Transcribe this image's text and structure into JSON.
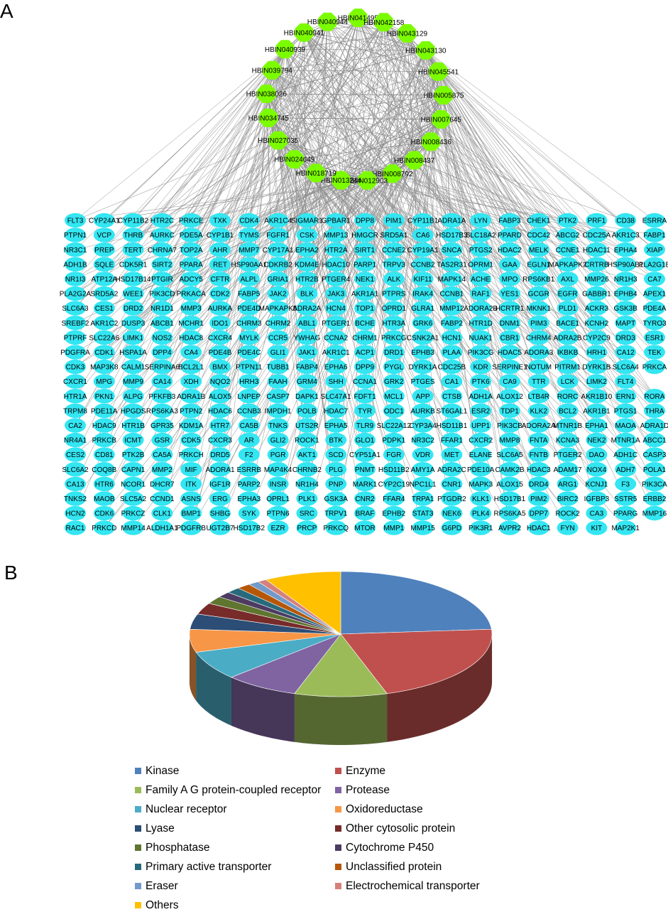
{
  "panels": {
    "a_label": "A",
    "b_label": "B"
  },
  "colors": {
    "compound_node": "#7cfc00",
    "target_node": "#33e6f2",
    "edge": "#8c8c8c"
  },
  "compounds": [
    "HBIN041495",
    "HBIN042158",
    "HBIN043129",
    "HBIN043130",
    "HBIN045541",
    "HBIN005875",
    "HBIN007645",
    "HBIN008436",
    "HBIN008437",
    "HBIN008792",
    "HBIN012903",
    "HBIN013244",
    "HBIN018719",
    "HBIN024649",
    "HBIN027035",
    "HBIN034745",
    "HBIN038026",
    "HBIN039794",
    "HBIN040939",
    "HBIN040941",
    "HBIN040944"
  ],
  "targets": [
    [
      "FLT3",
      "CYP24A1",
      "CYP11B2",
      "HTR2C",
      "PRKCE",
      "TXK",
      "CDK4",
      "AKR1C4",
      "SIGMAR1",
      "GPBAR1",
      "DPP8",
      "PIM1",
      "CYP11B1",
      "ADRA1A",
      "LYN",
      "FABP3",
      "CHEK1",
      "PTK2",
      "PRF1",
      "CD38",
      "ESRRA"
    ],
    [
      "PTPN1",
      "VCP",
      "THRB",
      "AURKC",
      "PDE5A",
      "CYP1B1",
      "TYMS",
      "FGFR1",
      "CSK",
      "MMP13",
      "HMGCR",
      "SRD5A1",
      "CA6",
      "HSD17B3",
      "SLC18A2",
      "PPARD",
      "CDC42",
      "ABCG2",
      "CDC25A",
      "AKR1C3",
      "FABP1"
    ],
    [
      "NR3C1",
      "PREP",
      "TERT",
      "CHRNA7",
      "TOP2A",
      "AHR",
      "MMP7",
      "CYP17A1",
      "EPHA2",
      "HTR2A",
      "SIRT1",
      "CCNE2",
      "CYP19A1",
      "SNCA",
      "PTGS2",
      "HDAC2",
      "MELK",
      "CCNE1",
      "HDAC11",
      "EPHA4",
      "XIAP"
    ],
    [
      "ADH1B",
      "SQLE",
      "CDK5R1",
      "SIRT2",
      "PPARA",
      "RET",
      "HSP90AA1",
      "CDKRB2",
      "KDM4E",
      "HDAC10",
      "PARP1",
      "TRPV3",
      "CCNB2",
      "TAS2R31",
      "OPRM1",
      "GAA",
      "EGLN1",
      "MAPKAPK2",
      "CRTRB",
      "HSP90AB1",
      "PLA2G1B"
    ],
    [
      "NR1I3",
      "ATP12A",
      "HSD17B14",
      "PTGIR",
      "ADCY5",
      "CFTR",
      "ALPL",
      "GRIA1",
      "HTR2B",
      "PTGER4",
      "NEK1",
      "ALK",
      "KIF11",
      "MAPK14",
      "ACHE",
      "MPO",
      "RPS6KB1",
      "AXL",
      "MMP26",
      "NR1H3",
      "CA7"
    ],
    [
      "PLA2G2A",
      "SRD5A2",
      "WEE1",
      "PIK3CD",
      "PRKACA",
      "CDK2",
      "FABP5",
      "JAK2",
      "BLK",
      "JAK3",
      "AKR1A1",
      "PTPRS",
      "IRAK4",
      "CCNB1",
      "RAF1",
      "YES1",
      "GCGR",
      "EGFR",
      "GABBR1",
      "EPHB4",
      "APEX1"
    ],
    [
      "SLC6A3",
      "CES1",
      "DRD2",
      "NR1D1",
      "MMP3",
      "AURKA",
      "PDE4D",
      "MAPKAPK5",
      "ADRA2A",
      "HCN4",
      "TOP1",
      "OPRD1",
      "GLRA1",
      "MMP12",
      "ADORA2B",
      "HCRTR1",
      "MKNK1",
      "PLD1",
      "ACKR3",
      "GSK3B",
      "PDE4A"
    ],
    [
      "SREBF2",
      "AKR1C2",
      "DUSP3",
      "ABCB1",
      "MCHR1",
      "IDO1",
      "CHRM3",
      "CHRM2",
      "ABL1",
      "PTGER1",
      "BCHE",
      "HTR3A",
      "GRK6",
      "FABP2",
      "HTR1D",
      "DNM1",
      "PIM3",
      "BACE1",
      "KCNH2",
      "MAPT",
      "TYRO3"
    ],
    [
      "PTPRF",
      "SLC22A6",
      "LIMK1",
      "NOS2",
      "HDAC8",
      "CXCR4",
      "MYLK",
      "CCR5",
      "YWHAG",
      "CCNA2",
      "CHRM1",
      "PRKCG",
      "CSNK2A1",
      "HCN1",
      "NUAK1",
      "CBR1",
      "CHRM4",
      "ADRA2B",
      "CYP2C9",
      "DRD3",
      "ESR1"
    ],
    [
      "PDGFRA",
      "CDK1",
      "HSPA1A",
      "DPP4",
      "CA4",
      "PDE4B",
      "PDE4C",
      "GLI1",
      "JAK1",
      "AKR1C1",
      "ACP1",
      "DRD1",
      "EPHB3",
      "PLAA",
      "PIK3CG",
      "HDAC5",
      "ADORA3",
      "IKBKB",
      "HRH1",
      "CA12",
      "TEK"
    ],
    [
      "CDK3",
      "MAP3K8",
      "CALM1",
      "SERPINA6",
      "BCL2L1",
      "BMX",
      "PTPN11",
      "TUBB1",
      "FABP4",
      "EPHA6",
      "DPP9",
      "PYGL",
      "DYRK1A",
      "CDC25B",
      "KDR",
      "SERPINE1",
      "NOTUM",
      "PITRM1",
      "DYRK1B",
      "SLC6A4",
      "PRKCA"
    ],
    [
      "CXCR1",
      "MPG",
      "MMP9",
      "CA14",
      "XDH",
      "NQO2",
      "HRH3",
      "FAAH",
      "GRM4",
      "SHH",
      "CCNA1",
      "GRK2",
      "PTGES",
      "CA1",
      "PTK6",
      "CA9",
      "TTR",
      "LCK",
      "LIMK2",
      "FLT4"
    ],
    [
      "HTR1A",
      "PKN1",
      "ALPG",
      "PFKFB3",
      "ADRA1B",
      "ALOX5",
      "LNPEP",
      "CASP7",
      "DAPK1",
      "SLC47A1",
      "FDFT1",
      "MCL1",
      "APP",
      "CTSB",
      "ADH1A",
      "ALOX12",
      "LTB4R",
      "RORC",
      "AKR1B10",
      "ERN1",
      "RORA"
    ],
    [
      "TRPM8",
      "PDE11A",
      "HPGDS",
      "RPS6KA3",
      "PTPN2",
      "HDAC6",
      "CCNB3",
      "IMPDH1",
      "POLB",
      "HDAC7",
      "TYR",
      "ODC1",
      "AURKB",
      "ST6GAL1",
      "ESR2",
      "TDP1",
      "KLK2",
      "BCL2",
      "AKR1B1",
      "PTGS1",
      "THRA"
    ],
    [
      "CA2",
      "HDAC9",
      "HTR1B",
      "GPR35",
      "KDM1A",
      "HTR7",
      "CA5B",
      "TNKS",
      "UTS2R",
      "EPHA5",
      "TLR9",
      "SLC22A12",
      "CYP3A4",
      "HSD11B1",
      "UPP1",
      "PIK3CB",
      "ADORA2A",
      "MTNR1B",
      "EPHA1",
      "MAOA",
      "ADRA1D"
    ],
    [
      "NR4A1",
      "PRKCB",
      "ICMT",
      "GSR",
      "CDK5",
      "CXCR3",
      "AR",
      "GLI2",
      "ROCK1",
      "BTK",
      "GLO1",
      "PDPK1",
      "NR3C2",
      "FFAR1",
      "CXCR2",
      "MMP8",
      "FNTA",
      "KCNA3",
      "NEK2",
      "MTNR1A",
      "ABCC1"
    ],
    [
      "CES2",
      "CD81",
      "PTK2B",
      "CA5A",
      "PRKCH",
      "DRD5",
      "F2",
      "PGR",
      "AKT1",
      "SCD",
      "CYP51A1",
      "FGR",
      "VDR",
      "MET",
      "ELANE",
      "SLC6A5",
      "FNTB",
      "PTGER2",
      "DAO",
      "ADH1C",
      "CASP3"
    ],
    [
      "SLC6A2",
      "COQ8B",
      "CAPN1",
      "MMP2",
      "MIF",
      "ADORA1",
      "ESRRB",
      "MAP4K4",
      "CHRNB2",
      "PLG",
      "PNMT",
      "HSD11B2",
      "AMY1A",
      "ADRA2C",
      "PDE10A",
      "CAMK2B",
      "HDAC3",
      "ADAM17",
      "NOX4",
      "ADH7",
      "POLA1"
    ],
    [
      "CA13",
      "HTR6",
      "NCOR1",
      "DHCR7",
      "ITK",
      "IGF1R",
      "PARP2",
      "INSR",
      "NR1H4",
      "PNP",
      "MARK1",
      "CYP2C19",
      "NPC1L1",
      "CNR1",
      "MAPK3",
      "ALOX15",
      "DRD4",
      "ARG1",
      "KCNJ1",
      "F3",
      "PIK3CA"
    ],
    [
      "TNKS2",
      "MAOB",
      "SLC5A2",
      "CCND1",
      "ASNS",
      "ERG",
      "EPHA3",
      "OPRL1",
      "PLK1",
      "GSK3A",
      "CNR2",
      "FFAR4",
      "TRPA1",
      "PTGDR2",
      "KLK1",
      "HSD17B1",
      "PIM2",
      "BIRC2",
      "IGFBP3",
      "SSTR5",
      "ERBB2"
    ],
    [
      "HCN2",
      "CDK6",
      "PRKCZ",
      "CLK1",
      "BMP1",
      "SHBG",
      "SYK",
      "PTPN6",
      "SRC",
      "TRPV1",
      "BRAF",
      "EPHB2",
      "STAT3",
      "NEK6",
      "PLK4",
      "RPS6KA5",
      "DPP7",
      "ROCK2",
      "CA3",
      "PPARG",
      "MMP16"
    ],
    [
      "RAC1",
      "PRKCD",
      "MMP14",
      "ALDH1A1",
      "PDGFRB",
      "UGT2B7",
      "HSD17B2",
      "EZR",
      "PRCP",
      "PRKCQ",
      "MTOR",
      "MMP1",
      "MMP15",
      "G6PD",
      "PIK3R1",
      "AVPR2",
      "HDAC1",
      "FYN",
      "KIT",
      "MAP2K1"
    ]
  ],
  "chart_data": {
    "type": "pie",
    "title": "",
    "legend_placement": "bottom",
    "slices": [
      {
        "label": "Kinase",
        "value": 24.0,
        "color": "#4f81bd"
      },
      {
        "label": "Enzyme",
        "value": 21.5,
        "color": "#c0504d"
      },
      {
        "label": "Family A G protein-coupled receptor",
        "value": 10.0,
        "color": "#9bbb59"
      },
      {
        "label": "Protease",
        "value": 8.0,
        "color": "#8064a2"
      },
      {
        "label": "Nuclear receptor",
        "value": 7.5,
        "color": "#4bacc6"
      },
      {
        "label": "Oxidoreductase",
        "value": 6.0,
        "color": "#f79646"
      },
      {
        "label": "Lyase",
        "value": 4.0,
        "color": "#2c4d75"
      },
      {
        "label": "Other cytosolic protein",
        "value": 3.0,
        "color": "#772c2a"
      },
      {
        "label": "Phosphatase",
        "value": 2.0,
        "color": "#5f7530"
      },
      {
        "label": "Cytochrome P450",
        "value": 1.5,
        "color": "#4d3b62"
      },
      {
        "label": "Primary active transporter",
        "value": 1.5,
        "color": "#276a7c"
      },
      {
        "label": "Unclassified protein",
        "value": 1.5,
        "color": "#b65708"
      },
      {
        "label": "Eraser",
        "value": 1.2,
        "color": "#729aca"
      },
      {
        "label": "Electrochemical transporter",
        "value": 1.0,
        "color": "#d6807b"
      },
      {
        "label": "Others",
        "value": 8.3,
        "color": "#ffc000"
      }
    ]
  }
}
